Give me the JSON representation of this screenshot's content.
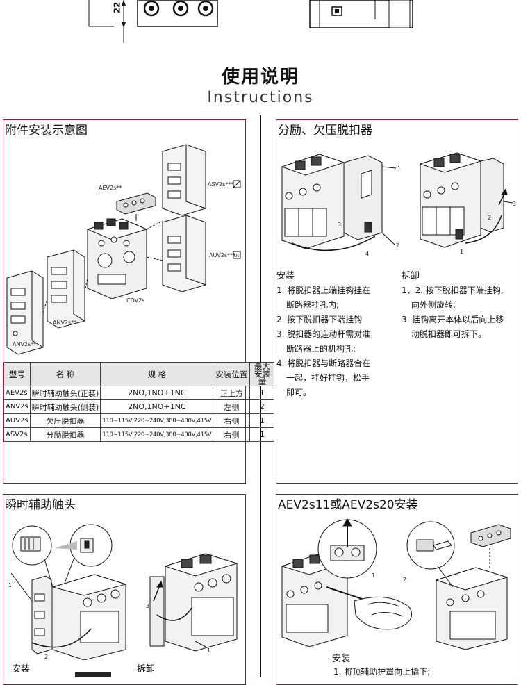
{
  "top": {
    "dimension_label": "22"
  },
  "header": {
    "title_cn": "使用说明",
    "title_en": "Instructions"
  },
  "panel_accessories": {
    "title": "附件安装示意图",
    "labels": {
      "aev": "AEV2s**",
      "asv": "ASV2s***",
      "auv": "AUV2s***",
      "cdv": "CDV2s",
      "anv_side": "ANV2s**",
      "anv": "ANV2s**",
      "uc": "Uc"
    },
    "table": {
      "headers": [
        "型号",
        "名 称",
        "规 格",
        "安装位置",
        "最大安装 量"
      ],
      "rows": [
        [
          "AEV2s",
          "瞬时辅助触头(正装)",
          "2NO,1NO+1NC",
          "正上方",
          "1"
        ],
        [
          "ANV2s",
          "瞬时辅助触头(侧装)",
          "2NO,1NO+1NC",
          "左侧",
          "2"
        ],
        [
          "AUV2s",
          "欠压脱扣器",
          "110~115V,220~240V,380~400V,415V",
          "右侧",
          "1"
        ],
        [
          "ASV2s",
          "分励脱扣器",
          "110~115V,220~240V,380~400V,415V",
          "右侧",
          "1"
        ]
      ]
    }
  },
  "panel_trip": {
    "title": "分励、欠压脱扣器",
    "install_title": "安装",
    "install_steps": [
      "1. 将脱扣器上端挂钩挂在",
      "   断路器挂孔内;",
      "2. 按下脱扣器下端挂钩",
      "3. 脱扣器的连动杆需对准",
      "   断路器上的机构孔;",
      "4. 将脱扣器与断路器合在",
      "   一起，挂好挂钩，松手",
      "   即可。"
    ],
    "remove_title": "拆卸",
    "remove_steps": [
      "1、2. 按下脱扣器下端挂钩,",
      "   向外侧旋转;",
      "3. 挂钩离开本体以后向上移",
      "   动脱扣器即可拆下。"
    ],
    "callouts": [
      "1",
      "2",
      "3",
      "4",
      "1",
      "2",
      "3"
    ]
  },
  "panel_aux": {
    "title": "瞬时辅助触头",
    "install_label": "安装",
    "remove_label": "拆卸",
    "callouts": [
      "1",
      "2",
      "3",
      "1"
    ]
  },
  "panel_aev": {
    "title": "AEV2s11或AEV2s20安装",
    "install_label": "安装",
    "step1": "1. 将顶辅助护罩向上撬下;",
    "callouts": [
      "1",
      "2"
    ]
  }
}
